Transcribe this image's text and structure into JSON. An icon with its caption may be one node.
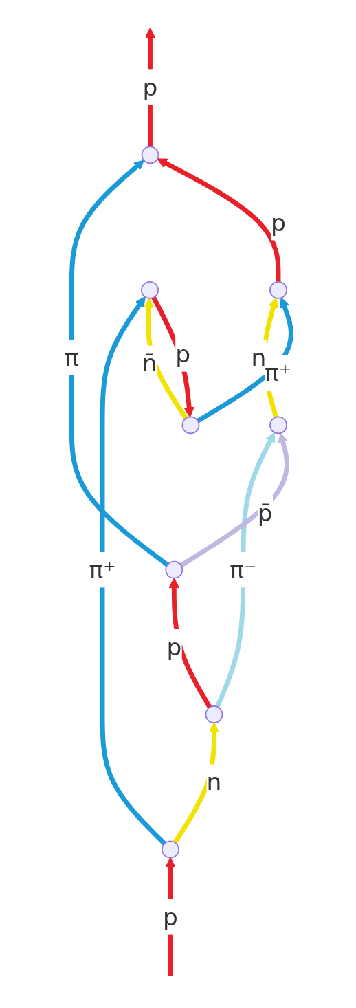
{
  "diagram": {
    "nodes": [
      {
        "text": [],
        "shape": "circle"
      },
      {
        "text": [],
        "shape": "circle"
      },
      {
        "text": [],
        "shape": "circle"
      },
      {
        "text": [],
        "shape": "circle"
      },
      {
        "text": [],
        "shape": "circle"
      },
      {
        "text": [],
        "shape": "circle"
      },
      {
        "text": [],
        "shape": "circle"
      },
      {
        "text": [],
        "shape": "circle"
      }
    ],
    "edges": [
      {
        "from": null,
        "to": 7,
        "arrow": "to",
        "label": "p",
        "color": "#e8202a"
      },
      {
        "from": 7,
        "to": 6,
        "arrow": "to",
        "label": "n",
        "color": "#f2e200"
      },
      {
        "from": 7,
        "to": 5,
        "arrow": "to",
        "label": "π⁺",
        "color": "#1a9ad6"
      },
      {
        "from": 6,
        "to": 1,
        "arrow": "to",
        "label": "p",
        "color": "#e8202a"
      },
      {
        "from": 6,
        "to": 3,
        "arrow": "to",
        "label": "π⁻",
        "color": "#9fd8e8"
      },
      {
        "from": 1,
        "to": 3,
        "arrow": "to",
        "label": "p̄",
        "color": "#c0b8e0"
      },
      {
        "from": 3,
        "to": 2,
        "arrow": "to",
        "label": "n",
        "color": "#f2e200"
      },
      {
        "from": 5,
        "to": 4,
        "arrow": "to",
        "label": "p",
        "color": "#e8202a"
      },
      {
        "from": 4,
        "to": 5,
        "arrow": "to",
        "label": "n̄",
        "color": "#f2e200"
      },
      {
        "from": 4,
        "to": 2,
        "arrow": "to",
        "label": "π⁺",
        "color": "#1a9ad6"
      },
      {
        "from": 1,
        "to": 0,
        "arrow": "to",
        "label": "π",
        "color": "#1a9ad6"
      },
      {
        "from": 2,
        "to": 0,
        "arrow": "to",
        "label": "p",
        "color": "#e8202a"
      },
      {
        "from": 0,
        "to": null,
        "arrow": "to",
        "label": "p",
        "color": "#e8202a"
      }
    ]
  }
}
